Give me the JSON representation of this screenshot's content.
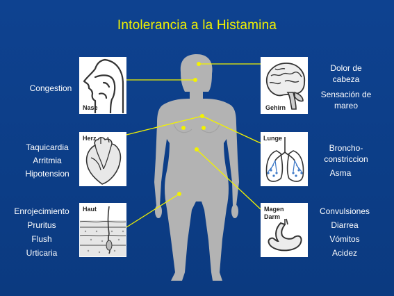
{
  "title": "Intolerancia a la Histamina",
  "organs": {
    "nose": "Nase",
    "heart": "Herz",
    "skin": "Haut",
    "brain": "Gehirn",
    "lungs": "Lunge",
    "stomach_line1": "Magen",
    "stomach_line2": "Darm"
  },
  "symptoms": {
    "nose": [
      "Congestion"
    ],
    "heart": [
      "Taquicardia",
      "Arritmia",
      "Hipotension"
    ],
    "skin": [
      "Enrojecimiento",
      "Pruritus",
      "Flush",
      "Urticaria"
    ],
    "brain_a": [
      "Dolor de",
      "cabeza"
    ],
    "brain_b": [
      "Sensación de",
      "mareo"
    ],
    "lungs_a": [
      "Broncho-",
      "constriccion"
    ],
    "lungs_b": [
      "Asma"
    ],
    "stomach": [
      "Convulsiones",
      "Diarrea",
      "Vómitos",
      "Acidez"
    ]
  },
  "colors": {
    "background": "#0d3f86",
    "title": "#f2f200",
    "connector": "#f2f200",
    "body": "#b3b3b3",
    "text": "#ffffff"
  }
}
